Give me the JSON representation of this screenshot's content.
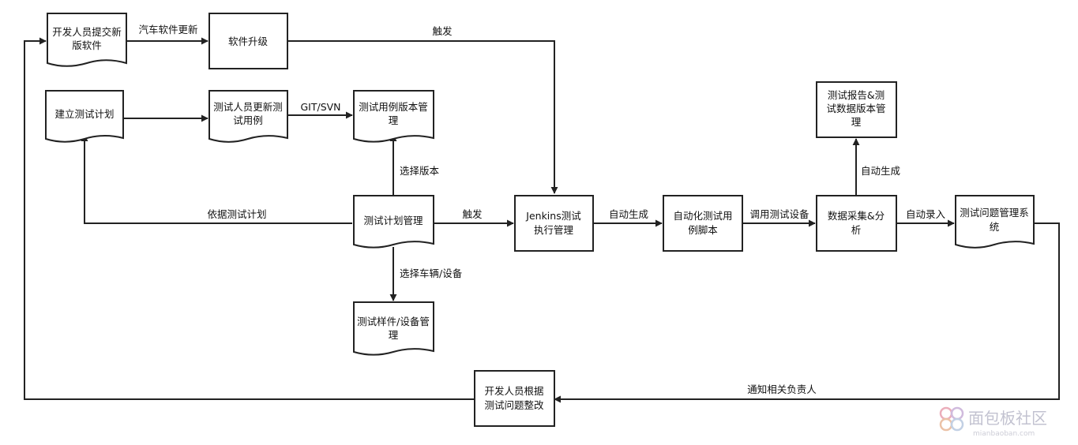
{
  "nodes": {
    "dev_submit": [
      "开发人员提交新",
      "版软件"
    ],
    "sw_upgrade": [
      "软件升级"
    ],
    "build_plan": [
      "建立测试计划"
    ],
    "tester_update": [
      "测试人员更新测",
      "试用例"
    ],
    "case_version": [
      "测试用例版本管",
      "理"
    ],
    "plan_mgmt": [
      "测试计划管理"
    ],
    "jenkins": [
      "Jenkins测试",
      "执行管理"
    ],
    "auto_script": [
      "自动化测试用",
      "例脚本"
    ],
    "data_collect": [
      "数据采集&分",
      "析"
    ],
    "report_version": [
      "测试报告&测",
      "试数据版本管",
      "理"
    ],
    "issue_system": [
      "测试问题管理系",
      "统"
    ],
    "sample_mgmt": [
      "测试样件/设备管",
      "理"
    ],
    "dev_fix": [
      "开发人员根据",
      "测试问题整改"
    ]
  },
  "edges": {
    "car_sw_update": "汽车软件更新",
    "trigger_top": "触发",
    "git_svn": "GIT/SVN",
    "select_version": "选择版本",
    "by_plan": "依据测试计划",
    "trigger_mid": "触发",
    "auto_gen1": "自动生成",
    "call_device": "调用测试设备",
    "auto_gen2": "自动生成",
    "auto_entry": "自动录入",
    "select_vehicle": "选择车辆/设备",
    "notify": "通知相关负责人"
  },
  "watermark": {
    "text": "面包板社区",
    "sub": "mianbaoban.com"
  }
}
